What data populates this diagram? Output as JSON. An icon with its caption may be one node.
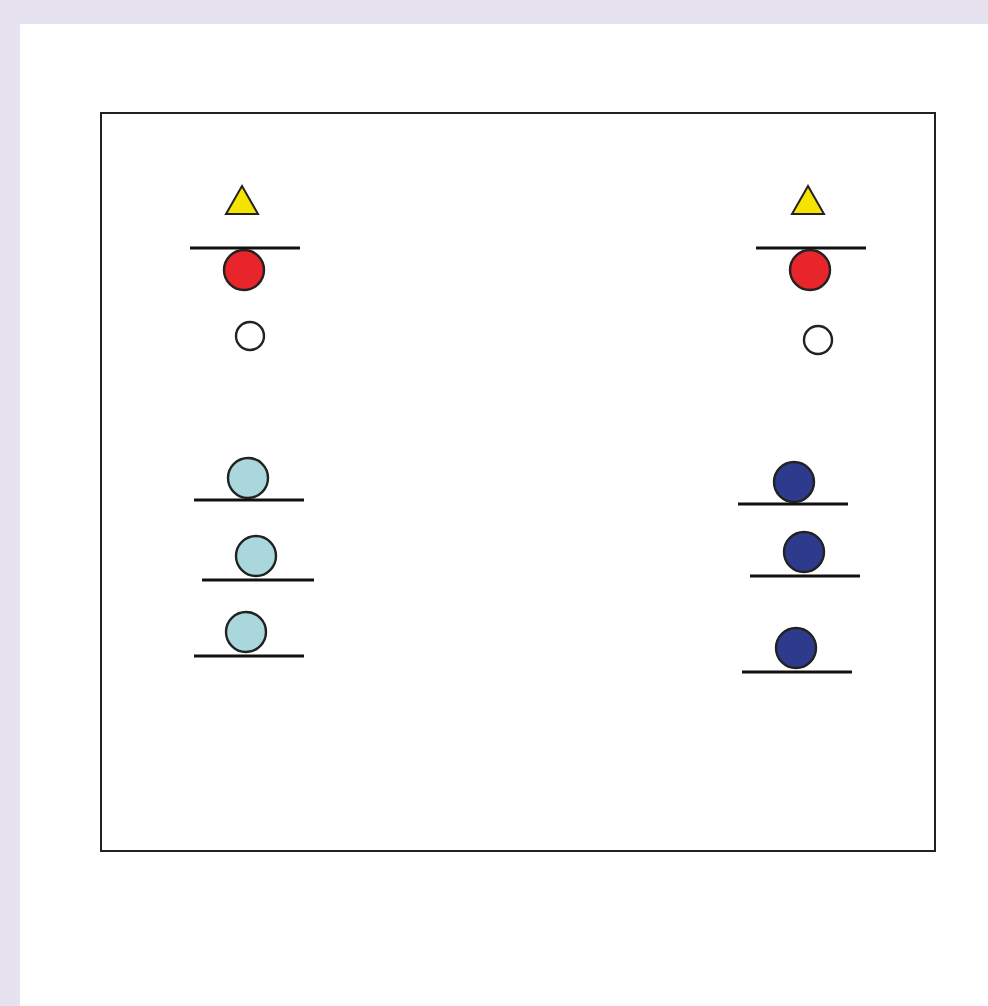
{
  "diagram": {
    "nodes": [
      {
        "text": [],
        "shape": "triangle"
      },
      {
        "text": [],
        "shape": "triangle"
      },
      {
        "text": [],
        "shape": "bar"
      },
      {
        "text": [],
        "shape": "bar"
      },
      {
        "text": [],
        "shape": "circle"
      },
      {
        "text": [],
        "shape": "circle"
      },
      {
        "text": [],
        "shape": "circle"
      },
      {
        "text": [],
        "shape": "circle"
      },
      {
        "text": [],
        "shape": "circle"
      },
      {
        "text": [],
        "shape": "circle"
      },
      {
        "text": [],
        "shape": "bar"
      },
      {
        "text": [],
        "shape": "bar"
      },
      {
        "text": [],
        "shape": "circle"
      },
      {
        "text": [],
        "shape": "circle"
      },
      {
        "text": [],
        "shape": "bar"
      },
      {
        "text": [],
        "shape": "bar"
      },
      {
        "text": [],
        "shape": "circle"
      },
      {
        "text": [],
        "shape": "circle"
      },
      {
        "text": [],
        "shape": "bar"
      },
      {
        "text": [],
        "shape": "bar"
      }
    ]
  }
}
